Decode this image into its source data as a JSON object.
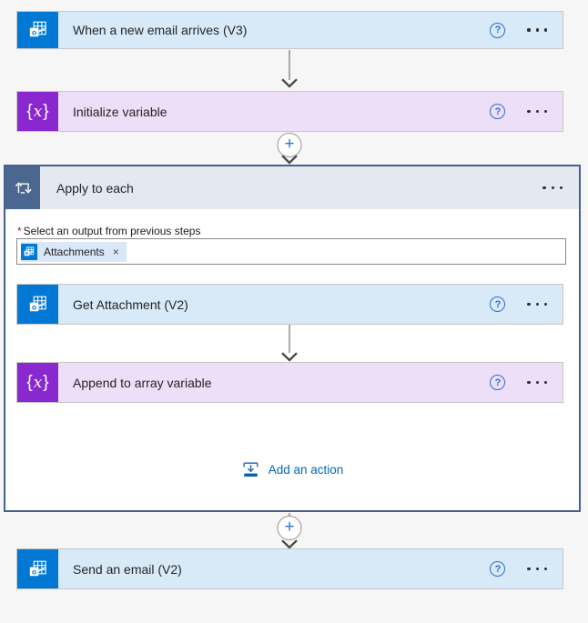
{
  "colors": {
    "outlook_blue": "#0078d4",
    "variables_purple": "#8a28d0",
    "action_card_bg": "#d8e9f8",
    "variable_card_bg": "#ecdff7",
    "scope_header_bg": "#e4e8f0",
    "scope_icon_bg": "#4a688f",
    "scope_border": "#44618c",
    "link_blue": "#0067b8",
    "help_blue": "#2f6cd4",
    "page_bg": "#f6f6f6"
  },
  "cards": {
    "trigger": {
      "title": "When a new email arrives (V3)"
    },
    "initialize_variable": {
      "title": "Initialize variable"
    },
    "get_attachment": {
      "title": "Get Attachment (V2)"
    },
    "append_to_array": {
      "title": "Append to array variable"
    },
    "send_email": {
      "title": "Send an email (V2)"
    }
  },
  "scope": {
    "title": "Apply to each",
    "required_marker": "*",
    "field_label": "Select an output from previous steps",
    "token": {
      "label": "Attachments",
      "remove_glyph": "×"
    },
    "add_action_label": "Add an action"
  },
  "controls": {
    "help_glyph": "?",
    "plus_glyph": "+"
  },
  "icons": {
    "outlook": "outlook-logo-icon",
    "variables": "curly-braces-x-icon",
    "loop": "apply-to-each-loop-icon",
    "add_action": "insert-action-icon",
    "more": "ellipsis-icon",
    "arrow": "arrow-down-icon"
  }
}
